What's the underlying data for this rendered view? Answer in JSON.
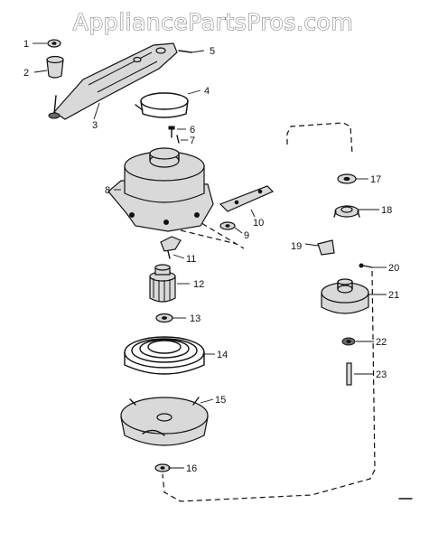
{
  "watermark": "AppliancePartsPros.com",
  "callouts": [
    "1",
    "2",
    "3",
    "4",
    "5",
    "6",
    "7",
    "8",
    "9",
    "10",
    "11",
    "12",
    "13",
    "14",
    "15",
    "16",
    "17",
    "18",
    "19",
    "20",
    "21",
    "22",
    "23"
  ]
}
